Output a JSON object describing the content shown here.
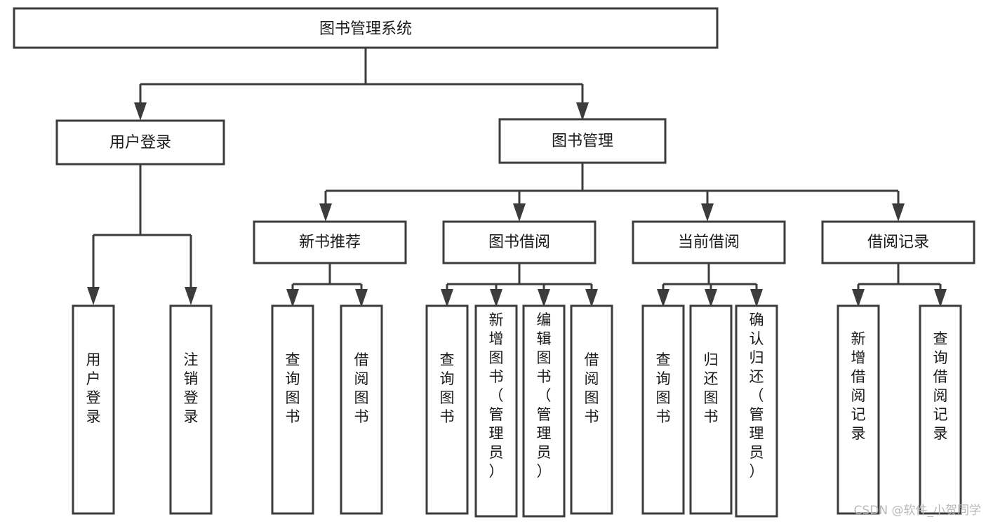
{
  "diagram": {
    "type": "tree-hierarchy-chart",
    "title_node": {
      "id": "root",
      "label": "图书管理系统"
    },
    "level1": [
      {
        "id": "user-login",
        "label": "用户登录"
      },
      {
        "id": "book-management",
        "label": "图书管理"
      }
    ],
    "level2": [
      {
        "id": "new-book-recommend",
        "label": "新书推荐",
        "parent": "book-management"
      },
      {
        "id": "book-borrow",
        "label": "图书借阅",
        "parent": "book-management"
      },
      {
        "id": "current-borrow",
        "label": "当前借阅",
        "parent": "book-management"
      },
      {
        "id": "borrow-record",
        "label": "借阅记录",
        "parent": "book-management"
      }
    ],
    "leaves": [
      {
        "id": "leaf-user-login",
        "label": "用户登录",
        "parent": "user-login"
      },
      {
        "id": "leaf-logout-login",
        "label": "注销登录",
        "parent": "user-login"
      },
      {
        "id": "leaf-query-book-1",
        "label": "查询图书",
        "parent": "new-book-recommend"
      },
      {
        "id": "leaf-borrow-book-1",
        "label": "借阅图书",
        "parent": "new-book-recommend"
      },
      {
        "id": "leaf-query-book-2",
        "label": "查询图书",
        "parent": "book-borrow"
      },
      {
        "id": "leaf-add-book",
        "label": "新增图书（管理员）",
        "parent": "book-borrow"
      },
      {
        "id": "leaf-edit-book",
        "label": "编辑图书（管理员）",
        "parent": "book-borrow"
      },
      {
        "id": "leaf-borrow-book-2",
        "label": "借阅图书",
        "parent": "book-borrow"
      },
      {
        "id": "leaf-query-book-3",
        "label": "查询图书",
        "parent": "current-borrow"
      },
      {
        "id": "leaf-return-book",
        "label": "归还图书",
        "parent": "current-borrow"
      },
      {
        "id": "leaf-confirm-return",
        "label": "确认归还（管理员）",
        "parent": "current-borrow"
      },
      {
        "id": "leaf-add-record",
        "label": "新增借阅记录",
        "parent": "borrow-record"
      },
      {
        "id": "leaf-query-record",
        "label": "查询借阅记录",
        "parent": "borrow-record"
      }
    ],
    "colors": {
      "box_stroke": "#3c3c3c",
      "box_fill": "#ffffff",
      "text": "#1a1a1a",
      "connector": "#3c3c3c",
      "watermark": "#b8b8b8",
      "background": "#ffffff"
    }
  },
  "watermark": {
    "text": "CSDN @软件_小贺同学"
  }
}
